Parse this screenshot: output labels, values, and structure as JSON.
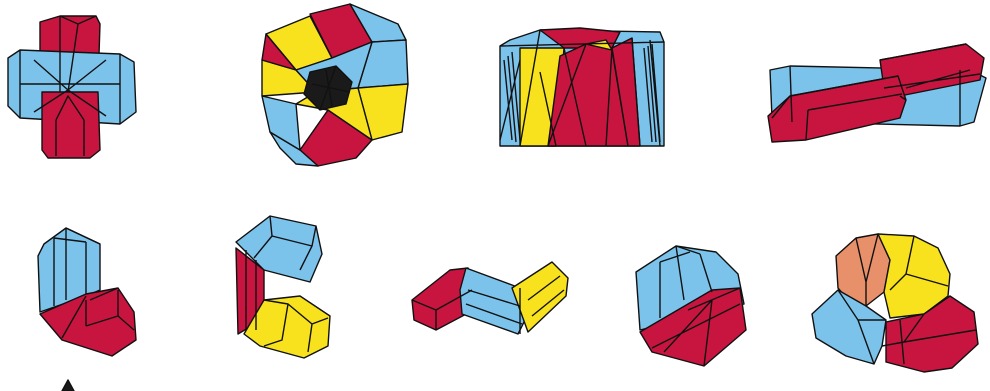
{
  "figure": {
    "background": "#ffffff",
    "outline_color": "#111111",
    "colors": {
      "red": "#c8153f",
      "blue": "#7cc3ec",
      "yellow": "#f8e21e",
      "orange": "#e8906a",
      "dark": "#1a1a1a"
    },
    "rows": [
      {
        "crystals": [
          {
            "name": "cross-twin",
            "colors": [
              "red",
              "blue"
            ]
          },
          {
            "name": "hexagonal-sixling",
            "colors": [
              "red",
              "blue",
              "yellow"
            ]
          },
          {
            "name": "prism-block-twin",
            "colors": [
              "red",
              "blue",
              "yellow"
            ]
          },
          {
            "name": "penetration-prism-twin",
            "colors": [
              "red",
              "blue"
            ]
          }
        ]
      },
      {
        "crystals": [
          {
            "name": "knee-twin-blue-red",
            "colors": [
              "blue",
              "red"
            ]
          },
          {
            "name": "knee-twin-blue-red-yellow",
            "colors": [
              "blue",
              "red",
              "yellow"
            ]
          },
          {
            "name": "zigzag-trilling",
            "colors": [
              "red",
              "blue",
              "yellow"
            ]
          },
          {
            "name": "contact-twin-blue-red",
            "colors": [
              "blue",
              "red"
            ]
          },
          {
            "name": "fourling-cluster",
            "colors": [
              "orange",
              "yellow",
              "blue",
              "red"
            ]
          }
        ]
      }
    ]
  }
}
